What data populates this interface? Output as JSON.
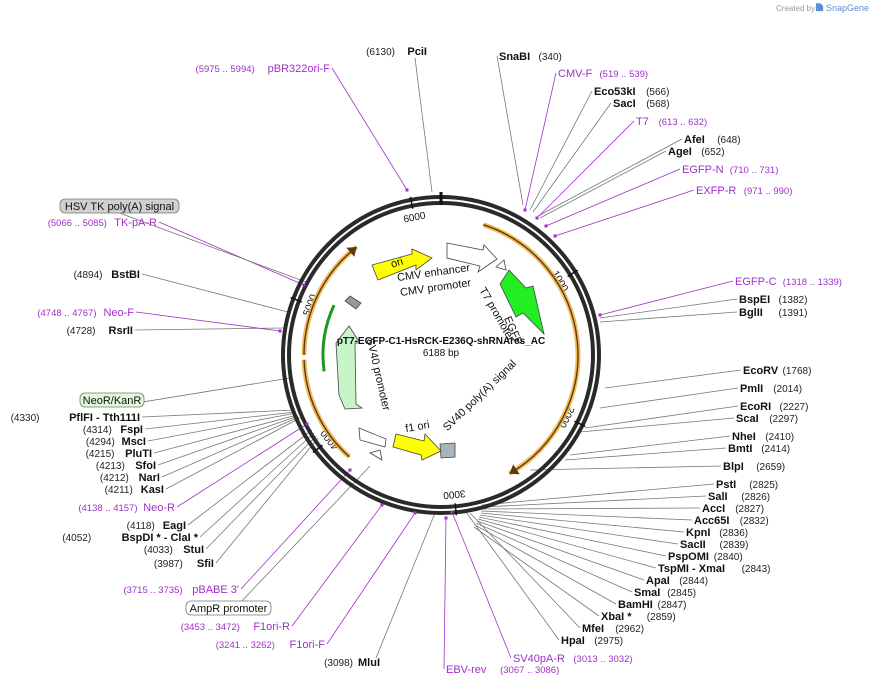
{
  "credit": {
    "text": "Created by",
    "brand": "SnapGene"
  },
  "plasmid": {
    "name": "pT7-EGFP-C1-HsRCK-E236Q-shRNAres_AC",
    "size_label": "6188 bp",
    "length": 6188
  },
  "colors": {
    "primer": "#a030c8",
    "ori": "#ffff00",
    "promoter": "#ffffff",
    "egfp": "#22ee22",
    "sv40_pa": "#ffffff",
    "sv40_promoter": "#c8f5c8",
    "f1ori": "#ffffff",
    "orf_outline": "#f0b040",
    "orf_line": "#5a3a10",
    "backbone": "#2a2a2a"
  },
  "position_ticks": [
    "1000",
    "2000",
    "3000",
    "4000",
    "5000",
    "6000"
  ],
  "features": {
    "ori": "ori",
    "cmv_enhancer": "CMV enhancer",
    "cmv_promoter": "CMV promoter",
    "t7_promoter": "T7 promoter",
    "egfp": "EGFP",
    "sv40_polya": "SV40 poly(A) signal",
    "f1_ori": "f1 ori",
    "sv40_promoter": "SV40 promoter",
    "hsv_tk_polya": "HSV TK poly(A) signal",
    "neo_kanr": "NeoR/KanR",
    "ampr_promoter": "AmpR promoter"
  },
  "enzyme_sites": [
    {
      "name": "PciI",
      "pos": "(6130)"
    },
    {
      "name": "SnaBI",
      "pos": "(340)"
    },
    {
      "name": "Eco53kI",
      "pos": "(566)"
    },
    {
      "name": "SacI",
      "pos": "(568)"
    },
    {
      "name": "AfeI",
      "pos": "(648)"
    },
    {
      "name": "AgeI",
      "pos": "(652)"
    },
    {
      "name": "BspEI",
      "pos": "(1382)"
    },
    {
      "name": "BglII",
      "pos": "(1391)"
    },
    {
      "name": "EcoRV",
      "pos": "(1768)"
    },
    {
      "name": "PmlI",
      "pos": "(2014)"
    },
    {
      "name": "EcoRI",
      "pos": "(2227)"
    },
    {
      "name": "ScaI",
      "pos": "(2297)"
    },
    {
      "name": "NheI",
      "pos": "(2410)"
    },
    {
      "name": "BmtI",
      "pos": "(2414)"
    },
    {
      "name": "BlpI",
      "pos": "(2659)"
    },
    {
      "name": "PstI",
      "pos": "(2825)"
    },
    {
      "name": "SalI",
      "pos": "(2826)"
    },
    {
      "name": "AccI",
      "pos": "(2827)"
    },
    {
      "name": "Acc65I",
      "pos": "(2832)"
    },
    {
      "name": "KpnI",
      "pos": "(2836)"
    },
    {
      "name": "SacII",
      "pos": "(2839)"
    },
    {
      "name": "PspOMI",
      "pos": "(2840)"
    },
    {
      "name": "TspMI - XmaI",
      "pos": "(2843)"
    },
    {
      "name": "ApaI",
      "pos": "(2844)"
    },
    {
      "name": "SmaI",
      "pos": "(2845)"
    },
    {
      "name": "BamHI",
      "pos": "(2847)"
    },
    {
      "name": "XbaI *",
      "pos": "(2859)"
    },
    {
      "name": "MfeI",
      "pos": "(2962)"
    },
    {
      "name": "HpaI",
      "pos": "(2975)"
    },
    {
      "name": "MluI",
      "pos": "(3098)"
    },
    {
      "name": "SfiI",
      "pos": "(3987)"
    },
    {
      "name": "StuI",
      "pos": "(4033)"
    },
    {
      "name": "BspDI * - ClaI *",
      "pos": "(4052)"
    },
    {
      "name": "EagI",
      "pos": "(4118)"
    },
    {
      "name": "KasI",
      "pos": "(4211)"
    },
    {
      "name": "NarI",
      "pos": "(4212)"
    },
    {
      "name": "SfoI",
      "pos": "(4213)"
    },
    {
      "name": "PluTI",
      "pos": "(4215)"
    },
    {
      "name": "MscI",
      "pos": "(4294)"
    },
    {
      "name": "FspI",
      "pos": "(4314)"
    },
    {
      "name": "PflFI - Tth111I",
      "pos": "(4330)"
    },
    {
      "name": "RsrII",
      "pos": "(4728)"
    },
    {
      "name": "BstBI",
      "pos": "(4894)"
    }
  ],
  "primer_sites": [
    {
      "name": "pBR322ori-F",
      "range": "(5975 .. 5994)"
    },
    {
      "name": "CMV-F",
      "range": "(519 .. 539)"
    },
    {
      "name": "T7",
      "range": "(613 .. 632)"
    },
    {
      "name": "EGFP-N",
      "range": "(710 .. 731)"
    },
    {
      "name": "EXFP-R",
      "range": "(971 .. 990)"
    },
    {
      "name": "EGFP-C",
      "range": "(1318 .. 1339)"
    },
    {
      "name": "TK-pA-R",
      "range": "(5066 .. 5085)"
    },
    {
      "name": "Neo-F",
      "range": "(4748 .. 4767)"
    },
    {
      "name": "Neo-R",
      "range": "(4138 .. 4157)"
    },
    {
      "name": "pBABE 3'",
      "range": "(3715 .. 3735)"
    },
    {
      "name": "F1ori-R",
      "range": "(3453 .. 3472)"
    },
    {
      "name": "F1ori-F",
      "range": "(3241 .. 3262)"
    },
    {
      "name": "EBV-rev",
      "range": "(3067 .. 3086)"
    },
    {
      "name": "SV40pA-R",
      "range": "(3013 .. 3032)"
    }
  ]
}
